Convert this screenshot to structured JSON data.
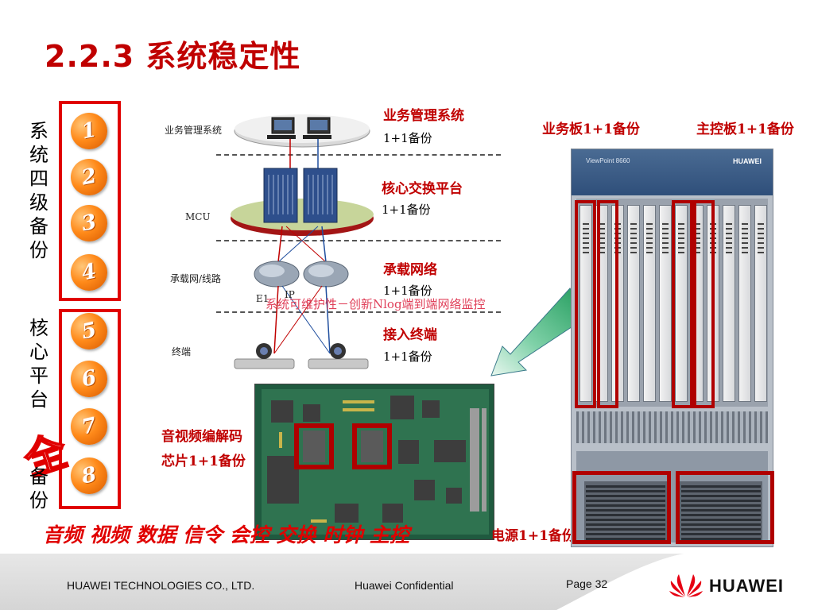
{
  "title": "2.2.3  系统稳定性",
  "left": {
    "four_level_label": "系统四级备份",
    "core_label": "核心平台",
    "full_char": "全",
    "full_rest": "备份",
    "badges": [
      "1",
      "2",
      "3",
      "4",
      "5",
      "6",
      "7",
      "8"
    ]
  },
  "diagram": {
    "layer_labels": {
      "business": "业务管理系统",
      "mcu": "MCU",
      "network": "承载网/线路",
      "terminal": "终端",
      "e1": "E1",
      "ip": "IP"
    },
    "items": [
      {
        "title": "业务管理系统",
        "sub": "1+1备份"
      },
      {
        "title": "核心交换平台",
        "sub": "1+1备份"
      },
      {
        "title": "承载网络",
        "sub": "1+1备份"
      },
      {
        "title": "接入终端",
        "sub": "1+1备份"
      }
    ],
    "overlay_text": "系统可维护性－创新Nlog端到端网络监控",
    "codec_label_line1": "音视频编解码",
    "codec_label_line2": "芯片1+1备份"
  },
  "chassis": {
    "service_board_label": "业务板1+1备份",
    "main_board_label": "主控板1+1备份",
    "power_label": "电源1+1备份",
    "panel_text": "ViewPoint 8660",
    "brand_small": "HUAWEI"
  },
  "bottom_text": "音频 视频 数据 信令 会控 交换 时钟 主控",
  "footer": {
    "company": "HUAWEI TECHNOLOGIES CO., LTD.",
    "confidential": "Huawei Confidential",
    "page": "Page 32",
    "logo_text": "HUAWEI"
  },
  "colors": {
    "accent_red": "#c00000",
    "box_red": "#e00000",
    "badge_orange": "#ff8a1a"
  }
}
